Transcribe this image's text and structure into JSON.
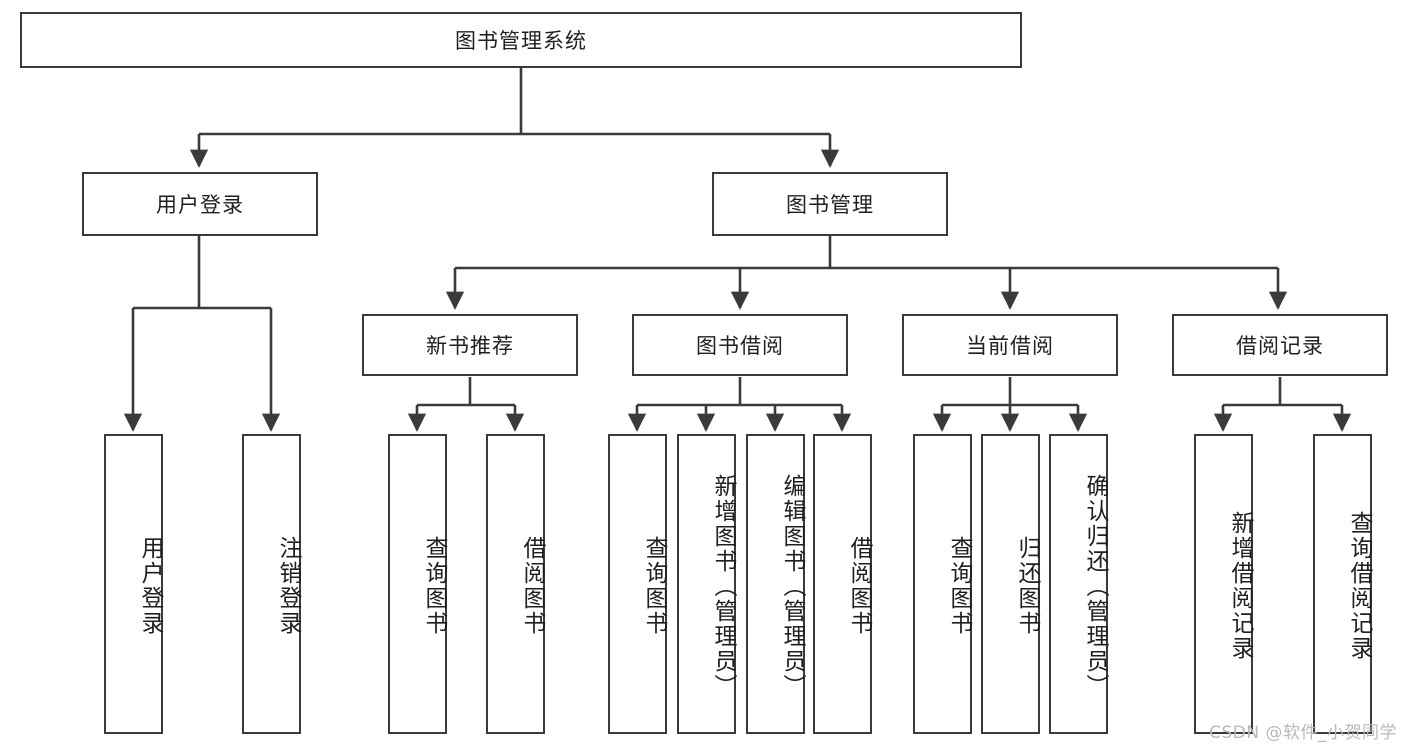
{
  "diagram": {
    "title": "图书管理系统",
    "root": {
      "label": "图书管理系统"
    },
    "level1": [
      {
        "label": "用户登录"
      },
      {
        "label": "图书管理"
      }
    ],
    "level2": [
      {
        "label": "新书推荐"
      },
      {
        "label": "图书借阅"
      },
      {
        "label": "当前借阅"
      },
      {
        "label": "借阅记录"
      }
    ],
    "leaves": {
      "user_login": [
        {
          "label": "用户登录"
        },
        {
          "label": "注销登录"
        }
      ],
      "new_book": [
        {
          "label": "查询图书"
        },
        {
          "label": "借阅图书"
        }
      ],
      "book_borrow": [
        {
          "label": "查询图书"
        },
        {
          "label": "新增图书（管理员）"
        },
        {
          "label": "编辑图书（管理员）"
        },
        {
          "label": "借阅图书"
        }
      ],
      "current_borrow": [
        {
          "label": "查询图书"
        },
        {
          "label": "归还图书"
        },
        {
          "label": "确认归还（管理员）"
        }
      ],
      "borrow_record": [
        {
          "label": "新增借阅记录"
        },
        {
          "label": "查询借阅记录"
        }
      ]
    }
  },
  "watermark": {
    "text": "CSDN @软件_小贺同学"
  },
  "colors": {
    "stroke": "#3a3a3a",
    "background": "#ffffff",
    "text": "#1f1f1f",
    "watermark": "#b9b9b9"
  }
}
